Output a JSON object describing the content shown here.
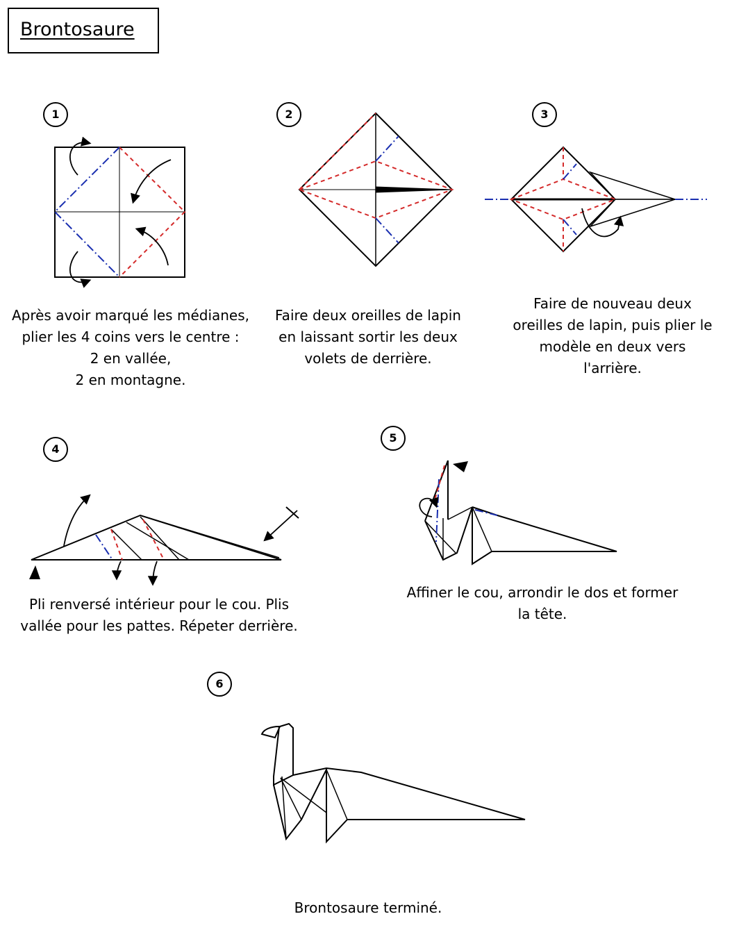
{
  "title": "Brontosaure",
  "steps": [
    {
      "number": "1",
      "caption_lines": [
        "Après avoir marqué les médianes,",
        "plier les 4 coins vers le centre :",
        "2 en vallée,",
        "2 en montagne."
      ]
    },
    {
      "number": "2",
      "caption_lines": [
        "Faire deux oreilles de lapin",
        "en laissant sortir les deux",
        "volets de derrière."
      ]
    },
    {
      "number": "3",
      "caption_lines": [
        "Faire de nouveau deux",
        "oreilles de lapin, puis plier le",
        "modèle en deux vers",
        "l'arrière."
      ]
    },
    {
      "number": "4",
      "caption_lines": [
        "Pli renversé intérieur pour le cou. Plis",
        "vallée pour les pattes. Répeter derrière."
      ]
    },
    {
      "number": "5",
      "caption_lines": [
        "Affiner le cou, arrondir le dos et former",
        "la tête."
      ]
    },
    {
      "number": "6",
      "caption_lines": [
        "Brontosaure terminé."
      ]
    }
  ],
  "colors": {
    "valley_fold": "#d42a2a",
    "mountain_fold": "#1a2fb0",
    "line": "#000000"
  }
}
